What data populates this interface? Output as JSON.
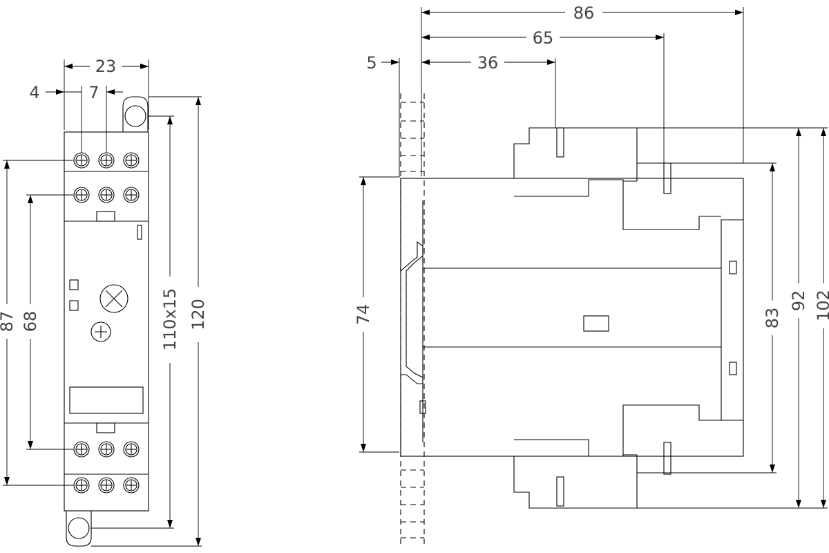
{
  "drawing": {
    "front_view": {
      "width_total": "23",
      "offset_left": "4",
      "terminal_pitch": "7",
      "height_total": "120",
      "mounting_slot": "110x15",
      "outer_terminal_span": "87",
      "inner_terminal_span": "68"
    },
    "side_view": {
      "depth_total": "86",
      "depth_housing": "65",
      "depth_terminal": "36",
      "rail_offset": "5",
      "rail_height": "74",
      "height_body": "83",
      "height_terminals": "92",
      "height_total": "102"
    }
  }
}
